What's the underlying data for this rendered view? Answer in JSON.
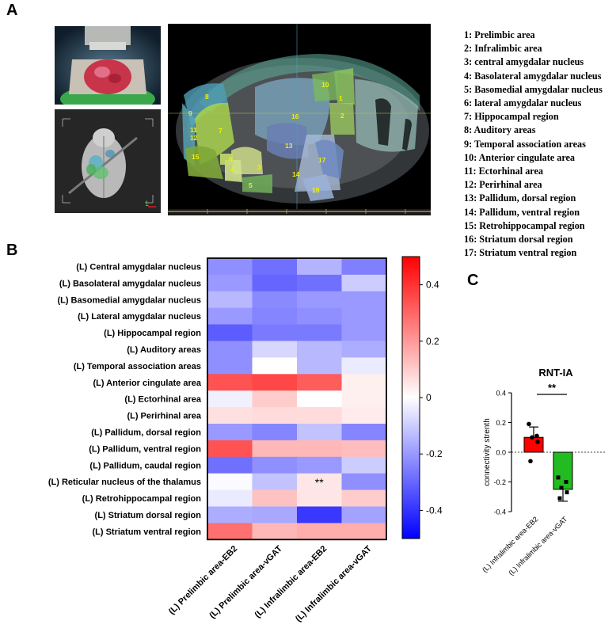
{
  "panels": {
    "a": "A",
    "b": "B",
    "c": "C"
  },
  "panel_a": {
    "scale_mark": "1",
    "legend": [
      "1: Prelimbic area",
      "2: Infralimbic area",
      "3: central amygdalar nucleus",
      "4: Basolateral amygdalar nucleus",
      "5: Basomedial amygdalar nucleus",
      "6: lateral amygdalar nucleus",
      "7: Hippocampal region",
      "8: Auditory areas",
      "9: Temporal association areas",
      "10: Anterior cingulate area",
      "11: Ectorhinal area",
      "12: Perirhinal area",
      "13: Pallidum, dorsal region",
      "14: Pallidum, ventral region",
      "15: Retrohippocampal region",
      "16: Striatum dorsal region",
      "17: Striatum ventral region"
    ],
    "region_labels": [
      "1",
      "2",
      "3",
      "4",
      "5",
      "6",
      "7",
      "8",
      "9",
      "10",
      "11",
      "12",
      "13",
      "14",
      "15",
      "16",
      "17",
      "18"
    ]
  },
  "chart_data": [
    {
      "type": "heatmap",
      "rows": [
        "(L) Central amygdalar nucleus",
        "(L) Basolateral amygdalar nucleus",
        "(L) Basomedial amygdalar nucleus",
        "(L) Lateral amygdalar nucleus",
        "(L) Hippocampal region",
        "(L) Auditory areas",
        "(L) Temporal association areas",
        "(L) Anterior cingulate area",
        "(L) Ectorhinal area",
        "(L) Perirhinal area",
        "(L) Pallidum, dorsal region",
        "(L) Pallidum, ventral region",
        "(L) Pallidum, caudal region",
        "(L) Reticular nucleus of the thalamus",
        "(L) Retrohippocampal region",
        "(L) Striatum dorsal region",
        "(L) Striatum ventral region"
      ],
      "columns": [
        "(L) Prelimbic area-EB2",
        "(L) Prelimbic area-vGAT",
        "(L) Infralimbic area-EB2",
        "(L) Infralimbic area-vGAT"
      ],
      "values": [
        [
          -0.22,
          -0.28,
          -0.15,
          -0.25
        ],
        [
          -0.2,
          -0.3,
          -0.28,
          -0.1
        ],
        [
          -0.14,
          -0.23,
          -0.2,
          -0.2
        ],
        [
          -0.2,
          -0.24,
          -0.22,
          -0.2
        ],
        [
          -0.32,
          -0.26,
          -0.26,
          -0.2
        ],
        [
          -0.22,
          -0.08,
          -0.14,
          -0.16
        ],
        [
          -0.22,
          0.0,
          -0.14,
          -0.04
        ],
        [
          0.34,
          0.36,
          0.32,
          0.03
        ],
        [
          -0.03,
          0.1,
          0.0,
          0.03
        ],
        [
          0.06,
          0.07,
          0.07,
          0.04
        ],
        [
          -0.2,
          -0.24,
          -0.12,
          -0.24
        ],
        [
          0.34,
          0.14,
          0.14,
          0.13
        ],
        [
          -0.28,
          -0.22,
          -0.2,
          -0.1
        ],
        [
          -0.01,
          -0.12,
          0.05,
          -0.22
        ],
        [
          -0.04,
          0.12,
          0.05,
          0.1
        ],
        [
          -0.16,
          -0.17,
          -0.39,
          -0.18
        ],
        [
          0.28,
          0.14,
          0.16,
          0.16
        ]
      ],
      "annotations": [
        {
          "row": 13,
          "col": 2,
          "text": "**"
        }
      ],
      "colorbar": {
        "min": -0.5,
        "max": 0.5,
        "ticks": [
          0.4,
          0.2,
          0,
          -0.2,
          -0.4
        ],
        "tick_labels": [
          "0.4",
          "0.2",
          "0",
          "-0.2",
          "-0.4"
        ]
      },
      "colors": {
        "low": "#0000ff",
        "mid": "#ffffff",
        "high": "#ff0000"
      }
    },
    {
      "type": "bar",
      "title": "RNT-IA",
      "ylabel": "connectivity strenth",
      "categories": [
        "(L) Infralimbic area-EB2",
        "(L) Infralimbic area-vGAT"
      ],
      "values": [
        0.1,
        -0.25
      ],
      "errors": [
        0.07,
        0.08
      ],
      "points": [
        [
          0.19,
          0.11,
          0.1,
          0.07,
          -0.06
        ],
        [
          -0.17,
          -0.2,
          -0.24,
          -0.27,
          -0.31
        ]
      ],
      "ylim": [
        -0.4,
        0.4
      ],
      "yticks": [
        0.4,
        0.2,
        0.0,
        -0.2,
        -0.4
      ],
      "ytick_labels": [
        "0.4",
        "0.2",
        "0.0",
        "-0.2",
        "-0.4"
      ],
      "significance": "**",
      "colors": [
        "#ff0000",
        "#22bb22"
      ]
    }
  ]
}
